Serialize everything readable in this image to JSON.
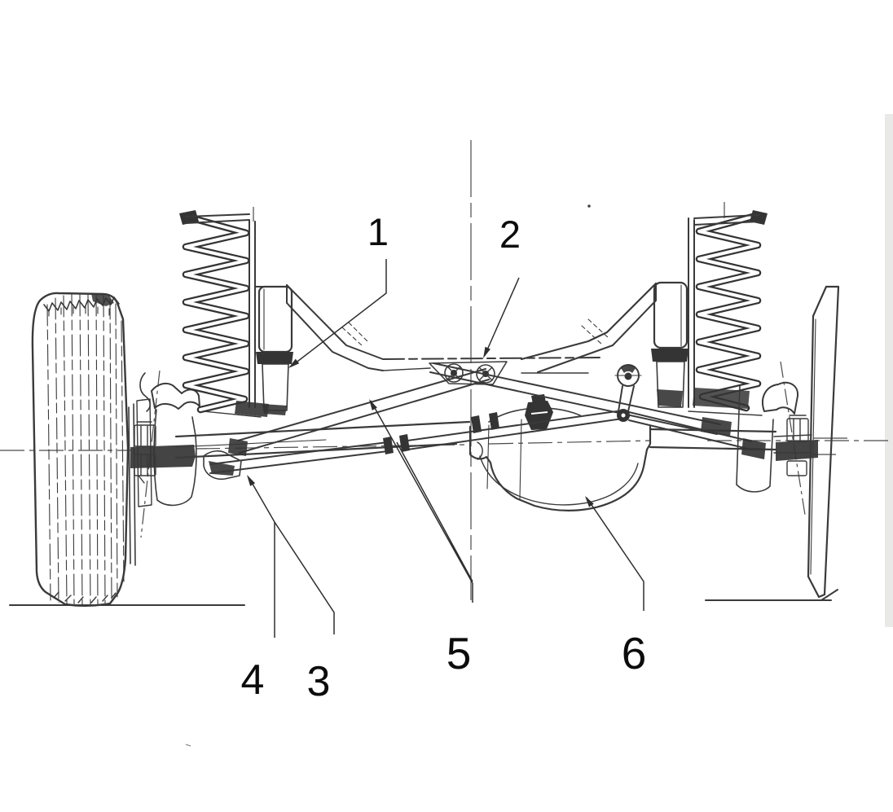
{
  "figure": {
    "background": "#ffffff",
    "ink": "#3a3a3a",
    "label_color": "#0c0c0c"
  },
  "callouts": {
    "c1": {
      "label": "1"
    },
    "c2": {
      "label": "2"
    },
    "c3": {
      "label": "3"
    },
    "c4": {
      "label": "4"
    },
    "c5": {
      "label": "5"
    },
    "c6": {
      "label": "6"
    }
  }
}
